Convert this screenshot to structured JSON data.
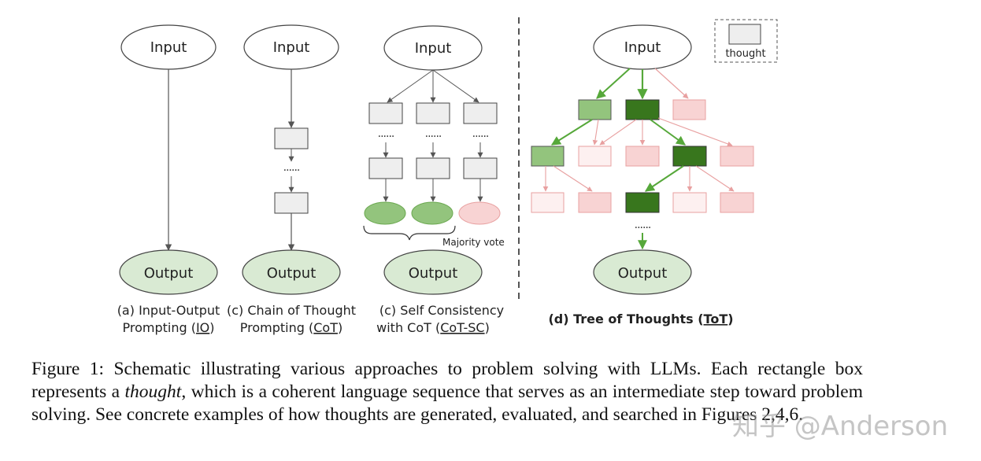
{
  "colors": {
    "node_fill": "#ffffff",
    "node_stroke": "#444444",
    "output_fill": "#d9ead3",
    "thought_fill": "#eeeeee",
    "good_light": "#93c47d",
    "good_dark": "#38761d",
    "bad_fill": "#f8d3d3",
    "bad_light_fill": "#fdf0f0",
    "bad_stroke": "#e8a0a0",
    "green_arrow": "#56a83a"
  },
  "nodes": {
    "input": "Input",
    "output": "Output"
  },
  "legend": {
    "thought_label": "thought"
  },
  "ellipsis": "......",
  "majority_vote": "Majority vote",
  "panels": {
    "a": {
      "line1": "(a) Input-Output",
      "line2_prefix": "Prompting (",
      "line2_link": "IO",
      "line2_suffix": ")"
    },
    "b": {
      "line1": "(c) Chain of Thought",
      "line2_prefix": "Prompting (",
      "line2_link": "CoT",
      "line2_suffix": ")"
    },
    "c": {
      "line1": "(c) Self Consistency",
      "line2_prefix": "with CoT (",
      "line2_link": "CoT-SC",
      "line2_suffix": ")"
    },
    "d": {
      "line1_prefix": "(d) Tree of Thoughts (",
      "line1_link": "ToT",
      "line1_suffix": ")"
    }
  },
  "caption": {
    "label": "Figure 1:",
    "text1": "Schematic illustrating various approaches to problem solving with LLMs. Each rectangle box represents a",
    "emph": "thought",
    "text2": ", which is a coherent language sequence that serves as an intermediate step toward problem solving. See concrete examples of how thoughts are generated, evaluated, and searched in Figures 2,4,6."
  },
  "watermark": "知乎 @Anderson"
}
